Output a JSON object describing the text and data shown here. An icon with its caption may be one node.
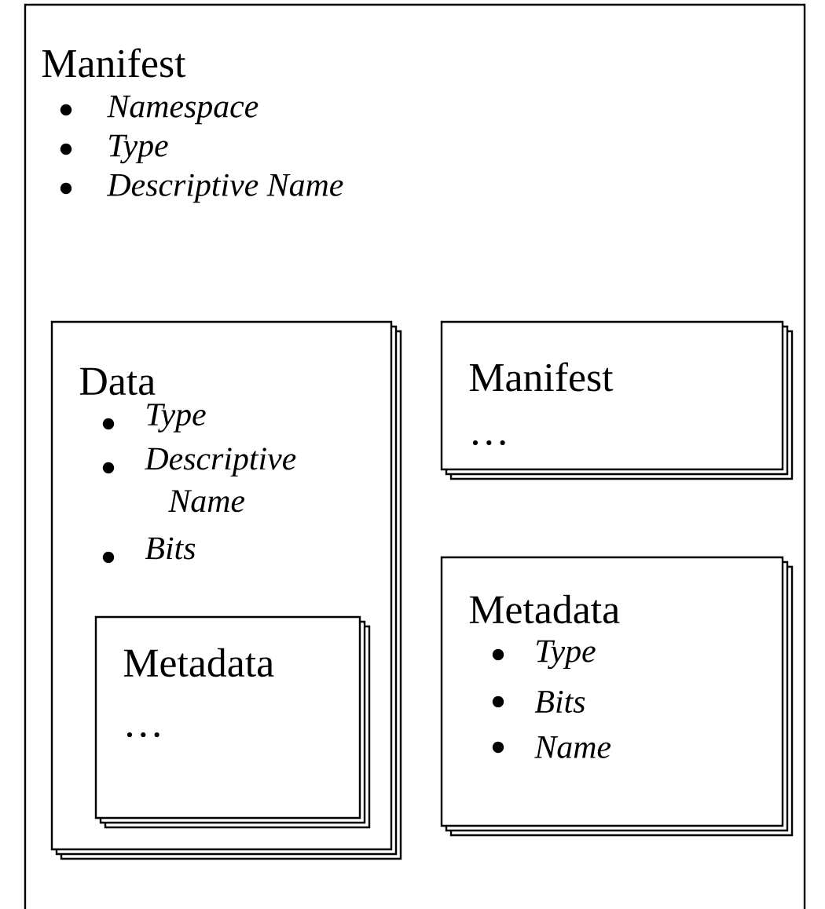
{
  "diagram": {
    "nodes": [
      {
        "text": [
          "Manifest",
          "Namespace",
          "Type",
          "Descriptive Name"
        ]
      },
      {
        "text": [
          "Data",
          "Type",
          "Descriptive Name",
          "Bits"
        ],
        "in": 0
      },
      {
        "text": [
          "Metadata",
          "…"
        ],
        "in": 1
      },
      {
        "text": [
          "Manifest",
          "…"
        ],
        "in": 0
      },
      {
        "text": [
          "Metadata",
          "Type",
          "Bits",
          "Name"
        ],
        "in": 0
      }
    ]
  }
}
